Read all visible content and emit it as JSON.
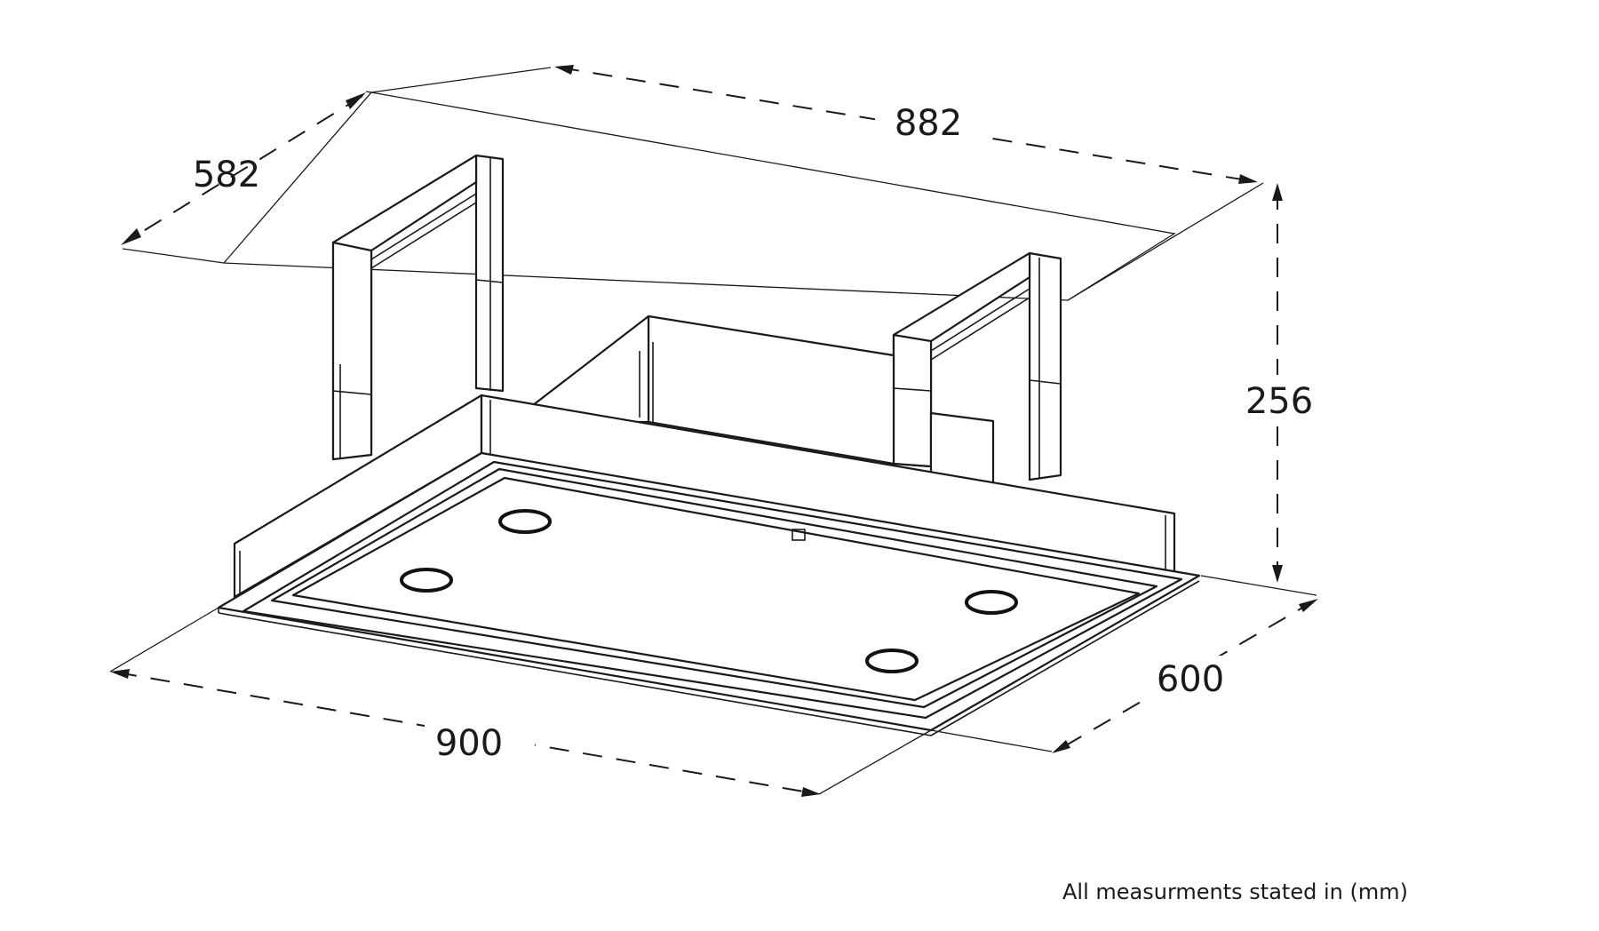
{
  "dimensions": {
    "top_width": "882",
    "top_depth": "582",
    "height": "256",
    "bottom_width": "900",
    "bottom_depth": "600"
  },
  "footnote": "All measurments stated in (mm)",
  "colors": {
    "line": "#1a1a1a",
    "background": "#ffffff"
  }
}
